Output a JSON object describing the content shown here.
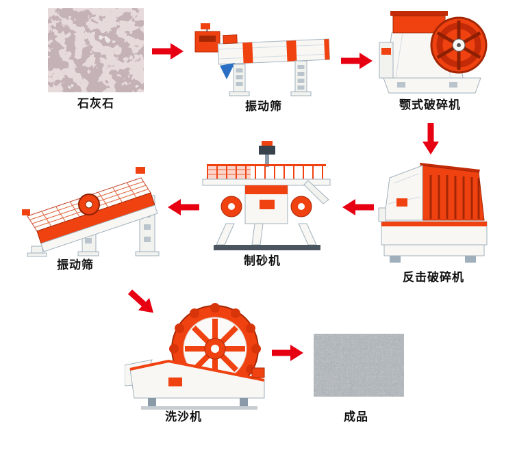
{
  "nodes": {
    "limestone": {
      "label": "石灰石",
      "kind": "material-photo"
    },
    "screen1": {
      "label": "振动筛",
      "kind": "machine"
    },
    "jaw": {
      "label": "颚式破碎机",
      "kind": "machine"
    },
    "impact": {
      "label": "反击破碎机",
      "kind": "machine"
    },
    "sandmaker": {
      "label": "制砂机",
      "kind": "machine"
    },
    "screen2": {
      "label": "振动筛",
      "kind": "machine"
    },
    "washer": {
      "label": "洗沙机",
      "kind": "machine"
    },
    "product": {
      "label": "成品",
      "kind": "material-photo"
    }
  },
  "connections": [
    {
      "from": "limestone",
      "to": "screen1",
      "direction": "right"
    },
    {
      "from": "screen1",
      "to": "jaw",
      "direction": "right"
    },
    {
      "from": "jaw",
      "to": "impact",
      "direction": "down"
    },
    {
      "from": "impact",
      "to": "sandmaker",
      "direction": "left"
    },
    {
      "from": "sandmaker",
      "to": "screen2",
      "direction": "left"
    },
    {
      "from": "screen2",
      "to": "washer",
      "direction": "down-right"
    },
    {
      "from": "washer",
      "to": "product",
      "direction": "right"
    }
  ],
  "colors": {
    "arrow": "#e60012",
    "machine_red": "#f04210",
    "machine_dark_red": "#a32605",
    "machine_body": "#f8f7f4",
    "outline": "#9fb0bc",
    "background": "#ffffff"
  }
}
